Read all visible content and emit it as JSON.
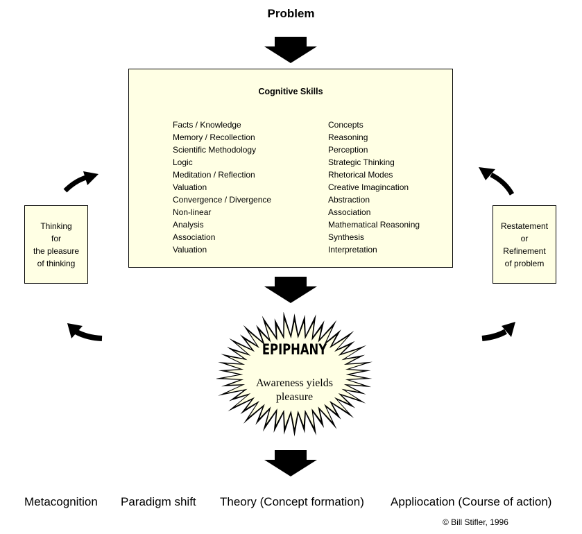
{
  "problem": {
    "title": "Problem"
  },
  "cognitive_skills": {
    "title": "Cognitive Skills",
    "left_column": [
      "Facts / Knowledge",
      "Memory / Recollection",
      "Scientific Methodology",
      "Logic",
      "Meditation / Reflection",
      "Valuation",
      "Convergence / Divergence",
      "Non-linear",
      "Analysis",
      "Association",
      "Valuation"
    ],
    "right_column": [
      "Concepts",
      "Reasoning",
      "Perception",
      "Strategic Thinking",
      "Rhetorical Modes",
      "Creative Imagincation",
      "Abstraction",
      "Association",
      "Mathematical Reasoning",
      "Synthesis",
      "Interpretation"
    ]
  },
  "side_left": {
    "lines": [
      "Thinking",
      "for",
      "the pleasure",
      "of thinking"
    ]
  },
  "side_right": {
    "lines": [
      "Restatement",
      "or",
      "Refinement",
      "of problem"
    ]
  },
  "epiphany": {
    "title": "EPIPHANY",
    "subtitle_line1": "Awareness yields",
    "subtitle_line2": "pleasure"
  },
  "outcomes": [
    "Metacognition",
    "Paradigm shift",
    "Theory (Concept formation)",
    "Appliocation (Course of action)"
  ],
  "copyright": "© Bill Stifler, 1996",
  "colors": {
    "panel_fill": "#ffffe4",
    "ink": "#000000",
    "background": "#ffffff"
  },
  "icons": {
    "down_arrow": "down-arrow-icon",
    "curved_arrow": "curved-arrow-icon",
    "starburst": "starburst-icon"
  }
}
